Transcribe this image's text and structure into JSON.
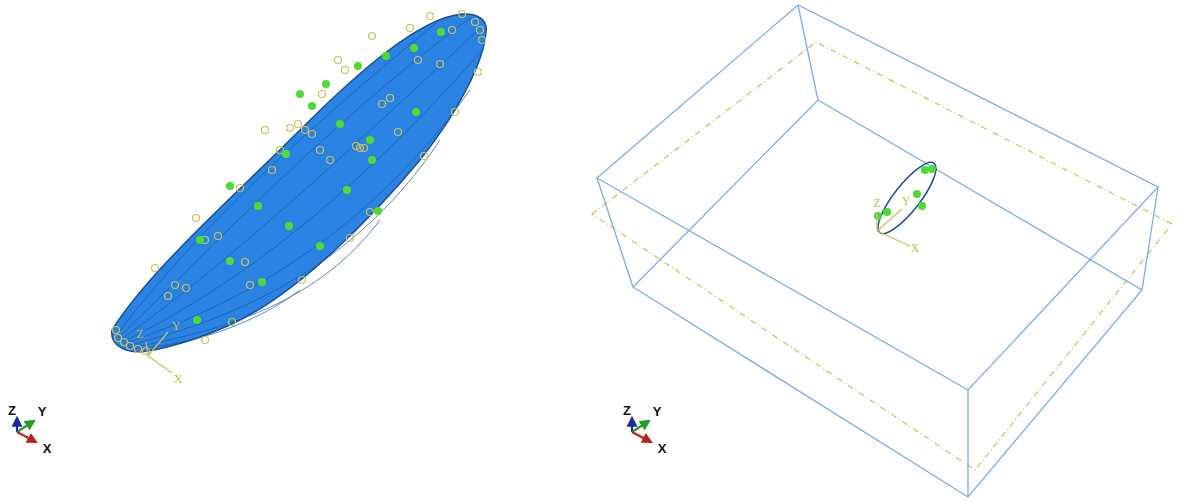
{
  "diagram": {
    "labels": [
      "Z",
      "Y",
      "X",
      "Z",
      "Y",
      "X",
      "Z",
      "Y",
      "X",
      "Z",
      "Y",
      "X"
    ]
  }
}
